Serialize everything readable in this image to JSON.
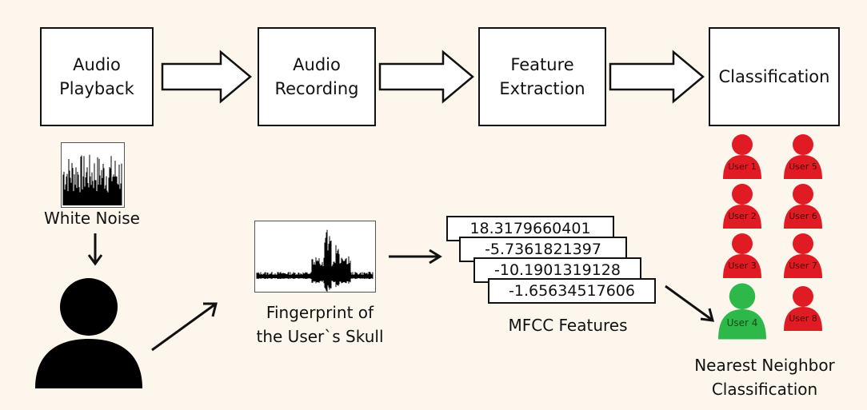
{
  "stages": [
    "Audio\nPlayback",
    "Audio\nRecording",
    "Feature\nExtraction",
    "Classification"
  ],
  "labels": {
    "white_noise": "White Noise",
    "fingerprint": "Fingerprint of\nthe User`s Skull",
    "mfcc": "MFCC Features",
    "nearest_neighbor": "Nearest Neighbor\nClassification"
  },
  "mfcc_values": [
    "18.3179660401",
    "-5.7361821397",
    "-10.1901319128",
    "-1.65634517606"
  ],
  "users": [
    {
      "label": "User 1",
      "match": false
    },
    {
      "label": "User 5",
      "match": false
    },
    {
      "label": "User 2",
      "match": false
    },
    {
      "label": "User 6",
      "match": false
    },
    {
      "label": "User 3",
      "match": false
    },
    {
      "label": "User 7",
      "match": false
    },
    {
      "label": "User 4",
      "match": true
    },
    {
      "label": "User 8",
      "match": false
    }
  ],
  "colors": {
    "user": "#e01b24",
    "match": "#2fb84a"
  }
}
